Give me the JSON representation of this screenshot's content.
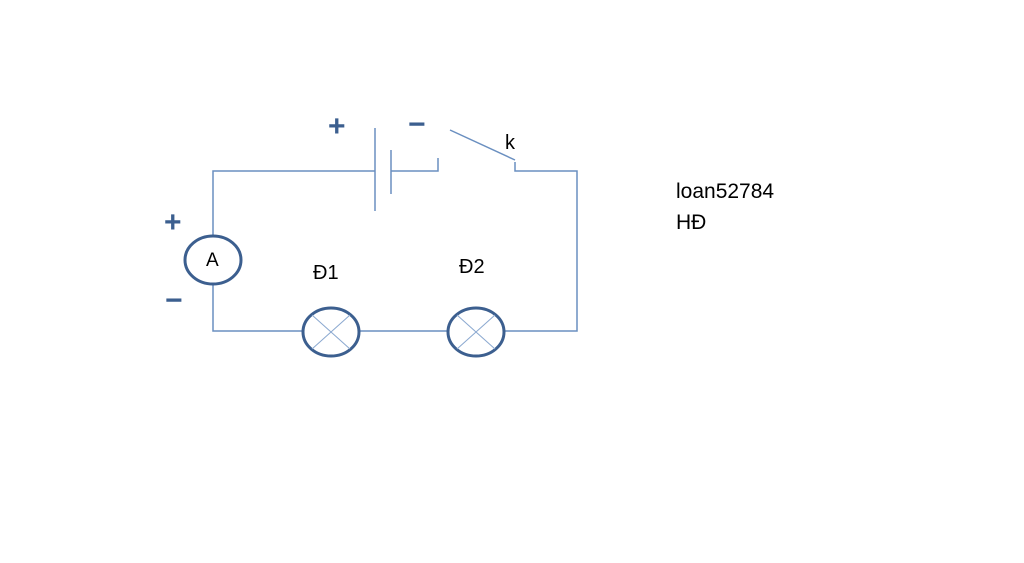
{
  "labels": {
    "ammeter": "A",
    "lamp1": "Đ1",
    "lamp2": "Đ2",
    "switch": "k",
    "battery_plus": "+",
    "battery_minus": "−",
    "ammeter_plus": "+",
    "ammeter_minus": "−"
  },
  "note": {
    "line1": "loan52784",
    "line2": "HĐ"
  },
  "colors": {
    "wire": "#5b84b8",
    "component": "#3c5f8f"
  }
}
